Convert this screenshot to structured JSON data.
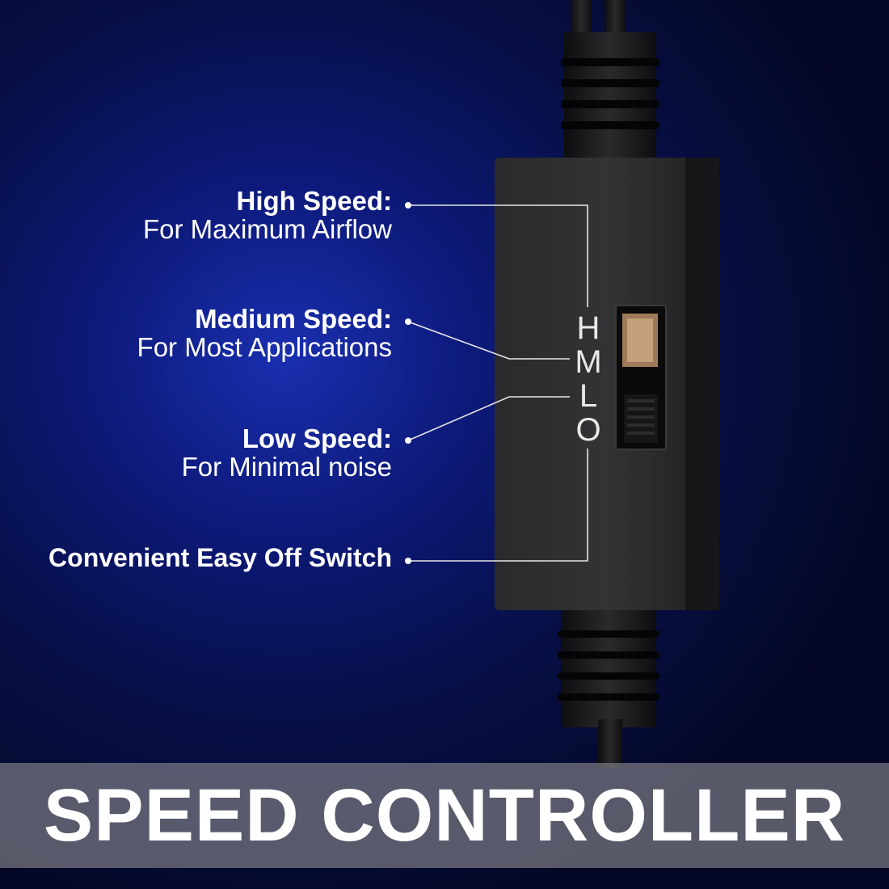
{
  "labels": {
    "high": {
      "title": "High Speed:",
      "desc": "For Maximum Airflow"
    },
    "medium": {
      "title": "Medium Speed:",
      "desc": "For Most Applications"
    },
    "low": {
      "title": "Low Speed:",
      "desc": "For Minimal noise"
    },
    "off": {
      "title": "Convenient Easy Off Switch"
    }
  },
  "switch_letters": [
    "H",
    "M",
    "L",
    "O"
  ],
  "banner": {
    "text": "SPEED CONTROLLER"
  }
}
